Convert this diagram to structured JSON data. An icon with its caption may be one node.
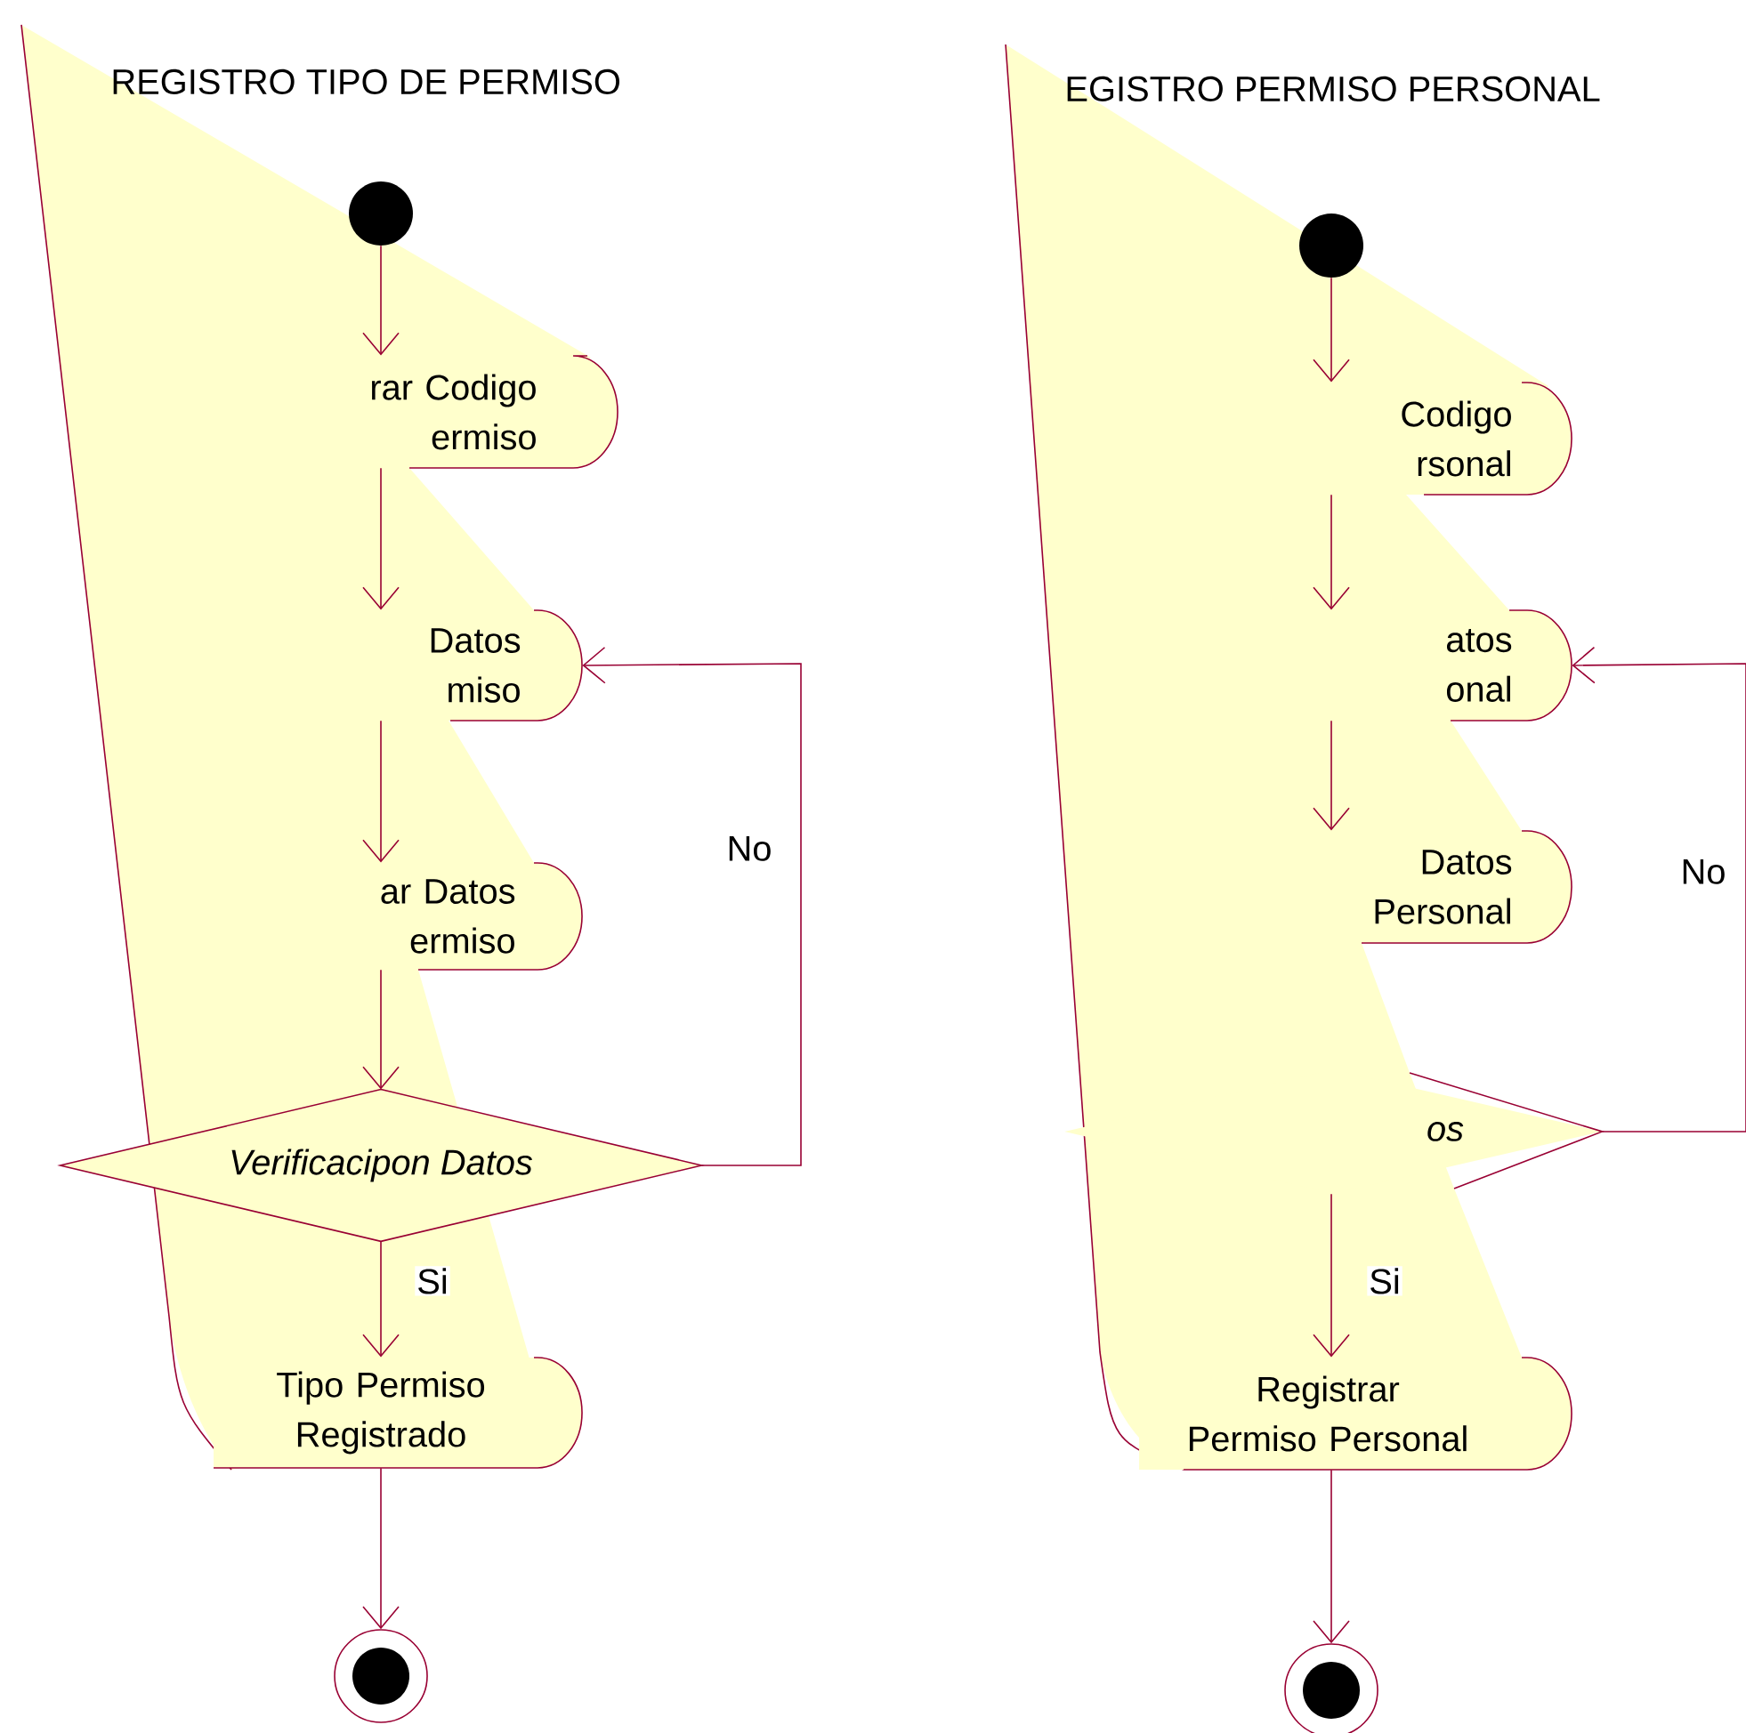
{
  "diagram": {
    "nodes": [
      {
        "text": [],
        "shape": "circle"
      },
      {
        "text": [
          "rar Codigo ermiso"
        ]
      },
      {
        "text": [
          "Datos miso"
        ]
      },
      {
        "text": [
          "ar Datos ermiso"
        ]
      },
      {
        "text": [
          "Verificacipon Datos"
        ]
      },
      {
        "text": [
          "Tipo Permiso Registrado"
        ]
      },
      {
        "text": [],
        "shape": "circle"
      },
      {
        "text": [],
        "shape": "circle"
      },
      {
        "text": [
          "Codigo rsonal"
        ]
      },
      {
        "text": [
          "atos onal"
        ]
      },
      {
        "text": [
          "Datos Personal"
        ]
      },
      {
        "text": [
          "os"
        ]
      },
      {
        "text": [
          "Registrar Permiso Personal"
        ]
      },
      {
        "text": [],
        "shape": "circle"
      }
    ],
    "edges": [
      {
        "from": 0,
        "to": 1,
        "arrow": "to"
      },
      {
        "from": 1,
        "to": 2,
        "arrow": "to"
      },
      {
        "from": 2,
        "to": 3,
        "arrow": "to"
      },
      {
        "from": 3,
        "to": 4,
        "arrow": "to"
      },
      {
        "from": 4,
        "to": 5,
        "arrow": "to",
        "label": "Si"
      },
      {
        "from": 4,
        "to": 2,
        "arrow": "to",
        "label": "No"
      },
      {
        "from": 5,
        "to": 6,
        "arrow": "to"
      },
      {
        "from": 7,
        "to": 8,
        "arrow": "to"
      },
      {
        "from": 8,
        "to": 9,
        "arrow": "to"
      },
      {
        "from": 9,
        "to": 10,
        "arrow": "to"
      },
      {
        "from": 11,
        "to": 12,
        "arrow": "to",
        "label": "Si"
      },
      {
        "from": 11,
        "to": 9,
        "arrow": "to",
        "label": "No"
      },
      {
        "from": 12,
        "to": 13,
        "arrow": "to"
      }
    ],
    "labels": [
      "REGISTRO TIPO DE PERMISO",
      "EGISTRO PERMISO PERSONAL"
    ]
  }
}
